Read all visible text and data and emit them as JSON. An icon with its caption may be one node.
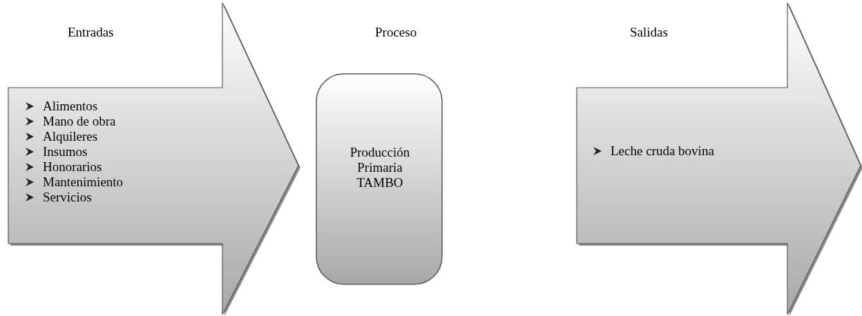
{
  "diagram": {
    "nodes": [
      {
        "text": [
          "Entradas",
          "Alimentos",
          "Mano de obra",
          "Alquileres",
          "Insumos",
          "Honorarios",
          "Mantenimiento",
          "Servicios"
        ]
      },
      {
        "text": [
          "Proceso",
          "Producción Primaria TAMBO"
        ]
      },
      {
        "text": [
          "Salidas",
          "Leche cruda bovina"
        ]
      }
    ]
  }
}
